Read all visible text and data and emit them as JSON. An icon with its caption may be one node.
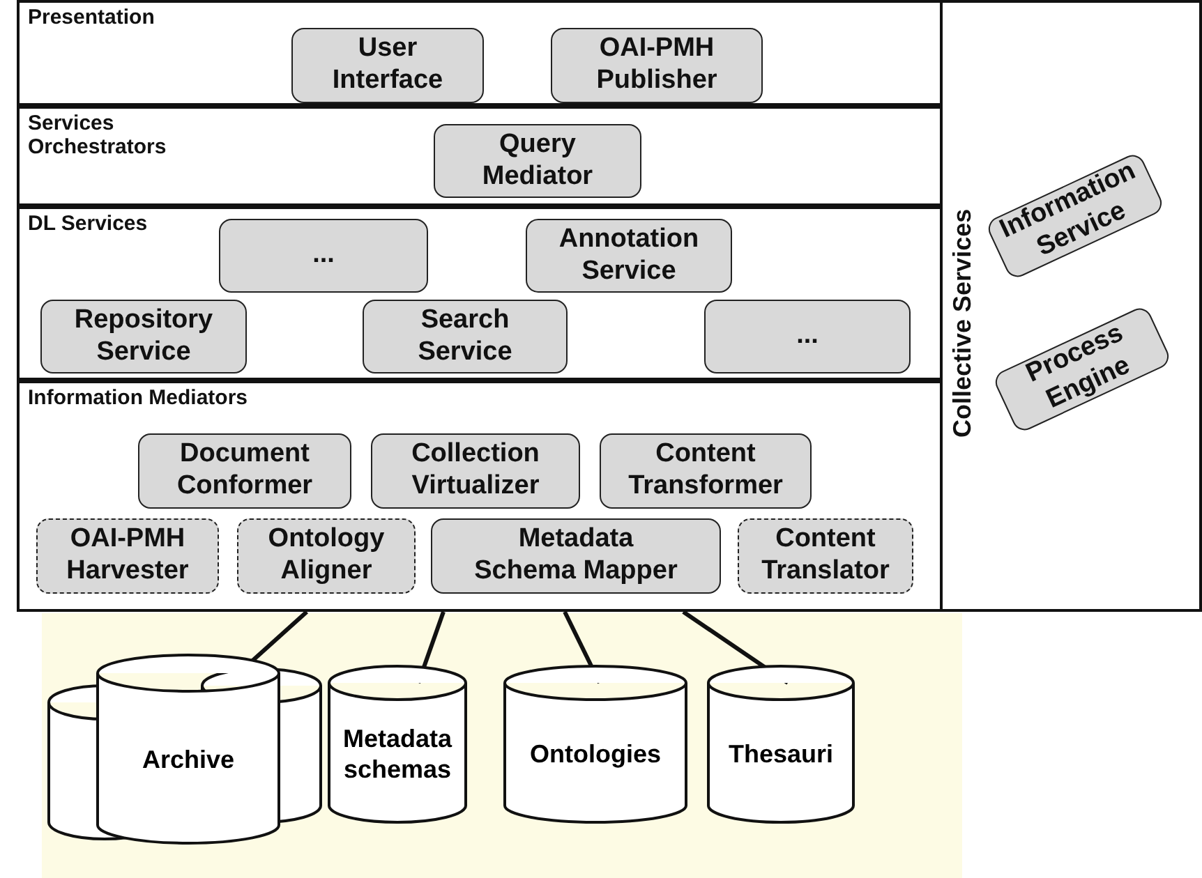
{
  "diagram": {
    "nodes": [
      {
        "text": [
          "Presentation"
        ]
      },
      {
        "text": [
          "User Interface"
        ],
        "in": 0
      },
      {
        "text": [
          "OAI-PMH Publisher"
        ],
        "in": 0
      },
      {
        "text": [
          "Services Orchestrators"
        ]
      },
      {
        "text": [
          "Query Mediator"
        ],
        "in": 3
      },
      {
        "text": [
          "DL Services"
        ]
      },
      {
        "text": [
          "..."
        ],
        "in": 5
      },
      {
        "text": [
          "Annotation Service"
        ],
        "in": 5
      },
      {
        "text": [
          "Repository Service"
        ],
        "in": 5
      },
      {
        "text": [
          "Search Service"
        ],
        "in": 5
      },
      {
        "text": [
          "..."
        ],
        "in": 5
      },
      {
        "text": [
          "Information Mediators"
        ]
      },
      {
        "text": [
          "Document Conformer"
        ],
        "in": 11
      },
      {
        "text": [
          "Collection Virtualizer"
        ],
        "in": 11
      },
      {
        "text": [
          "Content Transformer"
        ],
        "in": 11
      },
      {
        "text": [
          "OAI-PMH Harvester"
        ],
        "in": 11
      },
      {
        "text": [
          "Ontology Aligner"
        ],
        "in": 11
      },
      {
        "text": [
          "Metadata Schema Mapper"
        ],
        "in": 11
      },
      {
        "text": [
          "Content Translator"
        ],
        "in": 11
      },
      {
        "text": [
          "Collective Services"
        ]
      },
      {
        "text": [
          "Information Service"
        ],
        "in": 19
      },
      {
        "text": [
          "Process Engine"
        ],
        "in": 19
      },
      {
        "text": [
          "Archive"
        ]
      },
      {
        "text": [
          "Metadata schemas"
        ]
      },
      {
        "text": [
          "Ontologies"
        ]
      },
      {
        "text": [
          "Thesauri"
        ]
      }
    ],
    "edges": [
      {
        "from": 11,
        "to": 22,
        "arrow": "none"
      },
      {
        "from": 11,
        "to": 23,
        "arrow": "none"
      },
      {
        "from": 11,
        "to": 24,
        "arrow": "none"
      },
      {
        "from": 11,
        "to": 25,
        "arrow": "none"
      }
    ]
  }
}
